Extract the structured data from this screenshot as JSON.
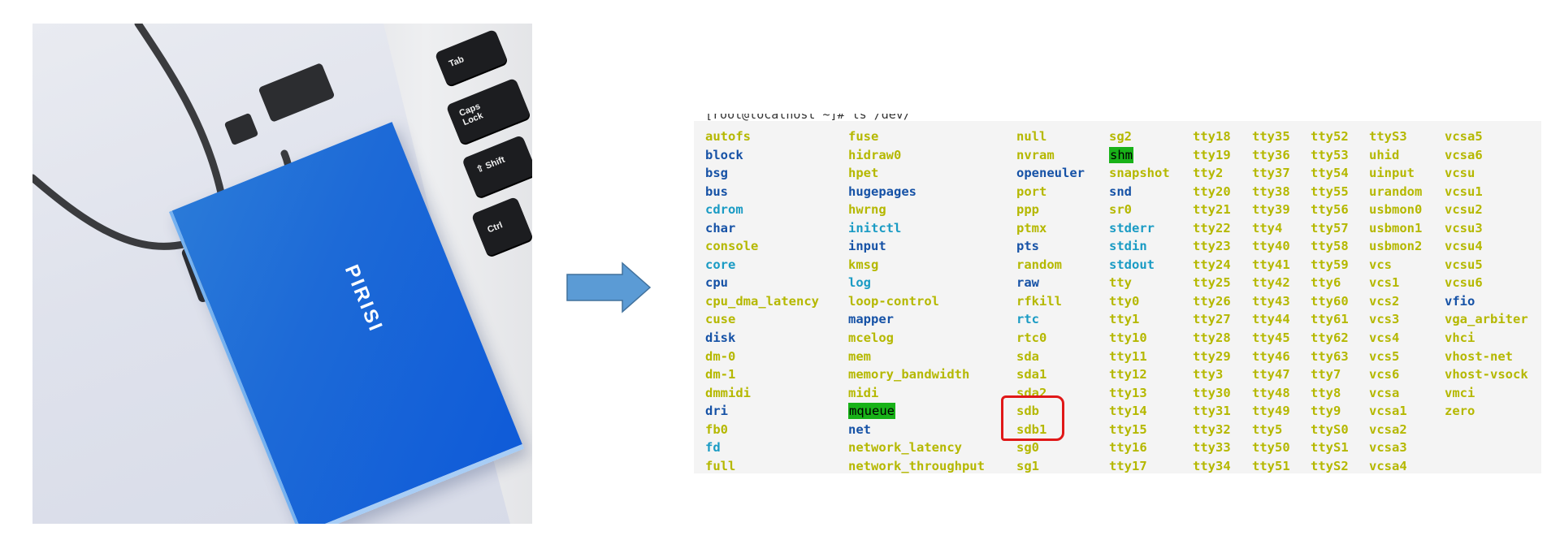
{
  "photo": {
    "brand_logo": "PIRISI",
    "keys": [
      "Tab",
      "Caps Lock",
      "Shift",
      "Ctrl"
    ]
  },
  "colors": {
    "file": "#b5b800",
    "directory": "#1652a6",
    "symlink": "#1a9bc4",
    "highlight_bg": "#18b218",
    "annotation_red": "#e01818",
    "arrow_fill": "#5b9bd5",
    "arrow_stroke": "#41719c",
    "terminal_bg": "#f4f4f4"
  },
  "terminal": {
    "prompt": "[root@localhost ~]# ls /dev/",
    "columns": [
      [
        {
          "name": "autofs",
          "type": "file"
        },
        {
          "name": "block",
          "type": "dir"
        },
        {
          "name": "bsg",
          "type": "dir"
        },
        {
          "name": "bus",
          "type": "dir"
        },
        {
          "name": "cdrom",
          "type": "link"
        },
        {
          "name": "char",
          "type": "dir"
        },
        {
          "name": "console",
          "type": "file"
        },
        {
          "name": "core",
          "type": "link"
        },
        {
          "name": "cpu",
          "type": "dir"
        },
        {
          "name": "cpu_dma_latency",
          "type": "file"
        },
        {
          "name": "cuse",
          "type": "file"
        },
        {
          "name": "disk",
          "type": "dir"
        },
        {
          "name": "dm-0",
          "type": "file"
        },
        {
          "name": "dm-1",
          "type": "file"
        },
        {
          "name": "dmmidi",
          "type": "file"
        },
        {
          "name": "dri",
          "type": "dir"
        },
        {
          "name": "fb0",
          "type": "file"
        },
        {
          "name": "fd",
          "type": "link"
        },
        {
          "name": "full",
          "type": "file"
        }
      ],
      [
        {
          "name": "fuse",
          "type": "file"
        },
        {
          "name": "hidraw0",
          "type": "file"
        },
        {
          "name": "hpet",
          "type": "file"
        },
        {
          "name": "hugepages",
          "type": "dir"
        },
        {
          "name": "hwrng",
          "type": "file"
        },
        {
          "name": "initctl",
          "type": "link"
        },
        {
          "name": "input",
          "type": "dir"
        },
        {
          "name": "kmsg",
          "type": "file"
        },
        {
          "name": "log",
          "type": "link"
        },
        {
          "name": "loop-control",
          "type": "file"
        },
        {
          "name": "mapper",
          "type": "dir"
        },
        {
          "name": "mcelog",
          "type": "file"
        },
        {
          "name": "mem",
          "type": "file"
        },
        {
          "name": "memory_bandwidth",
          "type": "file"
        },
        {
          "name": "midi",
          "type": "file"
        },
        {
          "name": "mqueue",
          "type": "highlight"
        },
        {
          "name": "net",
          "type": "dir"
        },
        {
          "name": "network_latency",
          "type": "file"
        },
        {
          "name": "network_throughput",
          "type": "file"
        }
      ],
      [
        {
          "name": "null",
          "type": "file"
        },
        {
          "name": "nvram",
          "type": "file"
        },
        {
          "name": "openeuler",
          "type": "dir"
        },
        {
          "name": "port",
          "type": "file"
        },
        {
          "name": "ppp",
          "type": "file"
        },
        {
          "name": "ptmx",
          "type": "file"
        },
        {
          "name": "pts",
          "type": "dir"
        },
        {
          "name": "random",
          "type": "file"
        },
        {
          "name": "raw",
          "type": "dir"
        },
        {
          "name": "rfkill",
          "type": "file"
        },
        {
          "name": "rtc",
          "type": "link"
        },
        {
          "name": "rtc0",
          "type": "file"
        },
        {
          "name": "sda",
          "type": "file"
        },
        {
          "name": "sda1",
          "type": "file"
        },
        {
          "name": "sda2",
          "type": "file"
        },
        {
          "name": "sdb",
          "type": "file"
        },
        {
          "name": "sdb1",
          "type": "file"
        },
        {
          "name": "sg0",
          "type": "file"
        },
        {
          "name": "sg1",
          "type": "file"
        }
      ],
      [
        {
          "name": "sg2",
          "type": "file"
        },
        {
          "name": "shm",
          "type": "highlight"
        },
        {
          "name": "snapshot",
          "type": "file"
        },
        {
          "name": "snd",
          "type": "dir"
        },
        {
          "name": "sr0",
          "type": "file"
        },
        {
          "name": "stderr",
          "type": "link"
        },
        {
          "name": "stdin",
          "type": "link"
        },
        {
          "name": "stdout",
          "type": "link"
        },
        {
          "name": "tty",
          "type": "file"
        },
        {
          "name": "tty0",
          "type": "file"
        },
        {
          "name": "tty1",
          "type": "file"
        },
        {
          "name": "tty10",
          "type": "file"
        },
        {
          "name": "tty11",
          "type": "file"
        },
        {
          "name": "tty12",
          "type": "file"
        },
        {
          "name": "tty13",
          "type": "file"
        },
        {
          "name": "tty14",
          "type": "file"
        },
        {
          "name": "tty15",
          "type": "file"
        },
        {
          "name": "tty16",
          "type": "file"
        },
        {
          "name": "tty17",
          "type": "file"
        }
      ],
      [
        {
          "name": "tty18",
          "type": "file"
        },
        {
          "name": "tty19",
          "type": "file"
        },
        {
          "name": "tty2",
          "type": "file"
        },
        {
          "name": "tty20",
          "type": "file"
        },
        {
          "name": "tty21",
          "type": "file"
        },
        {
          "name": "tty22",
          "type": "file"
        },
        {
          "name": "tty23",
          "type": "file"
        },
        {
          "name": "tty24",
          "type": "file"
        },
        {
          "name": "tty25",
          "type": "file"
        },
        {
          "name": "tty26",
          "type": "file"
        },
        {
          "name": "tty27",
          "type": "file"
        },
        {
          "name": "tty28",
          "type": "file"
        },
        {
          "name": "tty29",
          "type": "file"
        },
        {
          "name": "tty3",
          "type": "file"
        },
        {
          "name": "tty30",
          "type": "file"
        },
        {
          "name": "tty31",
          "type": "file"
        },
        {
          "name": "tty32",
          "type": "file"
        },
        {
          "name": "tty33",
          "type": "file"
        },
        {
          "name": "tty34",
          "type": "file"
        }
      ],
      [
        {
          "name": "tty35",
          "type": "file"
        },
        {
          "name": "tty36",
          "type": "file"
        },
        {
          "name": "tty37",
          "type": "file"
        },
        {
          "name": "tty38",
          "type": "file"
        },
        {
          "name": "tty39",
          "type": "file"
        },
        {
          "name": "tty4",
          "type": "file"
        },
        {
          "name": "tty40",
          "type": "file"
        },
        {
          "name": "tty41",
          "type": "file"
        },
        {
          "name": "tty42",
          "type": "file"
        },
        {
          "name": "tty43",
          "type": "file"
        },
        {
          "name": "tty44",
          "type": "file"
        },
        {
          "name": "tty45",
          "type": "file"
        },
        {
          "name": "tty46",
          "type": "file"
        },
        {
          "name": "tty47",
          "type": "file"
        },
        {
          "name": "tty48",
          "type": "file"
        },
        {
          "name": "tty49",
          "type": "file"
        },
        {
          "name": "tty5",
          "type": "file"
        },
        {
          "name": "tty50",
          "type": "file"
        },
        {
          "name": "tty51",
          "type": "file"
        }
      ],
      [
        {
          "name": "tty52",
          "type": "file"
        },
        {
          "name": "tty53",
          "type": "file"
        },
        {
          "name": "tty54",
          "type": "file"
        },
        {
          "name": "tty55",
          "type": "file"
        },
        {
          "name": "tty56",
          "type": "file"
        },
        {
          "name": "tty57",
          "type": "file"
        },
        {
          "name": "tty58",
          "type": "file"
        },
        {
          "name": "tty59",
          "type": "file"
        },
        {
          "name": "tty6",
          "type": "file"
        },
        {
          "name": "tty60",
          "type": "file"
        },
        {
          "name": "tty61",
          "type": "file"
        },
        {
          "name": "tty62",
          "type": "file"
        },
        {
          "name": "tty63",
          "type": "file"
        },
        {
          "name": "tty7",
          "type": "file"
        },
        {
          "name": "tty8",
          "type": "file"
        },
        {
          "name": "tty9",
          "type": "file"
        },
        {
          "name": "ttyS0",
          "type": "file"
        },
        {
          "name": "ttyS1",
          "type": "file"
        },
        {
          "name": "ttyS2",
          "type": "file"
        }
      ],
      [
        {
          "name": "ttyS3",
          "type": "file"
        },
        {
          "name": "uhid",
          "type": "file"
        },
        {
          "name": "uinput",
          "type": "file"
        },
        {
          "name": "urandom",
          "type": "file"
        },
        {
          "name": "usbmon0",
          "type": "file"
        },
        {
          "name": "usbmon1",
          "type": "file"
        },
        {
          "name": "usbmon2",
          "type": "file"
        },
        {
          "name": "vcs",
          "type": "file"
        },
        {
          "name": "vcs1",
          "type": "file"
        },
        {
          "name": "vcs2",
          "type": "file"
        },
        {
          "name": "vcs3",
          "type": "file"
        },
        {
          "name": "vcs4",
          "type": "file"
        },
        {
          "name": "vcs5",
          "type": "file"
        },
        {
          "name": "vcs6",
          "type": "file"
        },
        {
          "name": "vcsa",
          "type": "file"
        },
        {
          "name": "vcsa1",
          "type": "file"
        },
        {
          "name": "vcsa2",
          "type": "file"
        },
        {
          "name": "vcsa3",
          "type": "file"
        },
        {
          "name": "vcsa4",
          "type": "file"
        }
      ],
      [
        {
          "name": "vcsa5",
          "type": "file"
        },
        {
          "name": "vcsa6",
          "type": "file"
        },
        {
          "name": "vcsu",
          "type": "file"
        },
        {
          "name": "vcsu1",
          "type": "file"
        },
        {
          "name": "vcsu2",
          "type": "file"
        },
        {
          "name": "vcsu3",
          "type": "file"
        },
        {
          "name": "vcsu4",
          "type": "file"
        },
        {
          "name": "vcsu5",
          "type": "file"
        },
        {
          "name": "vcsu6",
          "type": "file"
        },
        {
          "name": "vfio",
          "type": "dir"
        },
        {
          "name": "vga_arbiter",
          "type": "file"
        },
        {
          "name": "vhci",
          "type": "file"
        },
        {
          "name": "vhost-net",
          "type": "file"
        },
        {
          "name": "vhost-vsock",
          "type": "file"
        },
        {
          "name": "vmci",
          "type": "file"
        },
        {
          "name": "zero",
          "type": "file"
        }
      ]
    ],
    "annotated_devices": [
      "sdb",
      "sdb1"
    ]
  }
}
